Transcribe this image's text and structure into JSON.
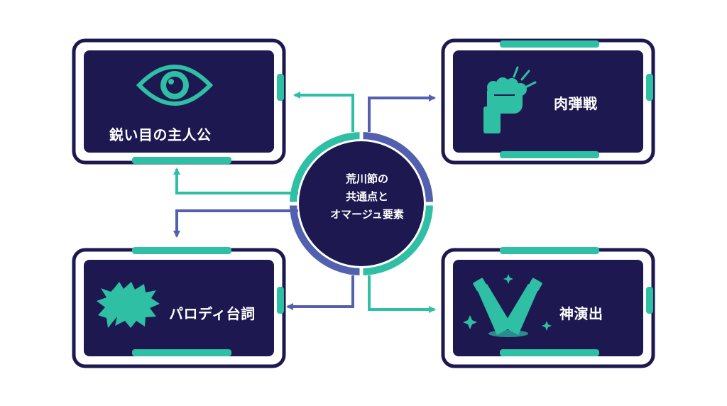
{
  "center": {
    "lines": [
      "荒川節の",
      "共通点と",
      "オマージュ要素"
    ]
  },
  "cards": [
    {
      "label": "鋭い目の主人公",
      "icon": "eye-icon"
    },
    {
      "label": "肉弾戦",
      "icon": "fist-icon"
    },
    {
      "label": "パロディ台詞",
      "icon": "speech-burst-icon"
    },
    {
      "label": "神演出",
      "icon": "spotlights-icon"
    }
  ],
  "colors": {
    "navy": "#1d1850",
    "teal": "#2ebfa5",
    "indigo": "#5360b0",
    "background": "#ffffff"
  }
}
